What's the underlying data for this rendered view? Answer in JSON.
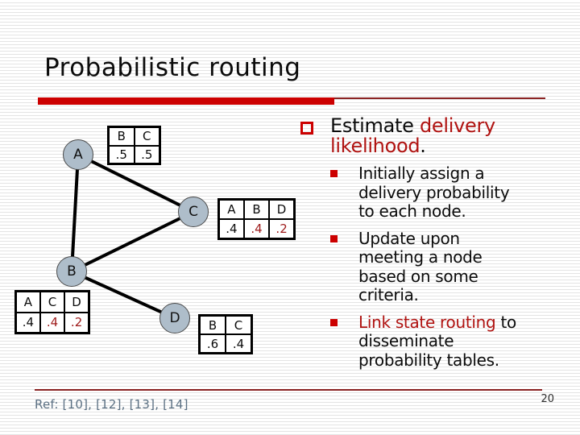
{
  "slide": {
    "title": "Probabilistic routing",
    "page_number": "20",
    "footer_ref": "Ref: [10], [12], [13], [14]"
  },
  "colors": {
    "accent_red": "#cc0000",
    "text_red": "#b01311",
    "table_red": "#9e1a1a",
    "node_fill": "#aebdca",
    "node_border": "#4a4a4a",
    "footer_text": "#5b7083",
    "rule_maroon": "#8a2222",
    "stripe": "#e4e4e4"
  },
  "diagram": {
    "nodes": [
      {
        "id": "A",
        "label": "A"
      },
      {
        "id": "B",
        "label": "B"
      },
      {
        "id": "C",
        "label": "C"
      },
      {
        "id": "D",
        "label": "D"
      }
    ],
    "edges": [
      "A-B",
      "A-C",
      "B-C",
      "B-D"
    ],
    "tables": {
      "a": {
        "owner": "A",
        "headers": [
          "B",
          "C"
        ],
        "values": [
          ".5",
          ".5"
        ]
      },
      "c": {
        "owner": "C",
        "headers": [
          "A",
          "B",
          "D"
        ],
        "values": [
          ".4",
          ".4",
          ".2"
        ]
      },
      "b": {
        "owner": "B",
        "headers": [
          "A",
          "C",
          "D"
        ],
        "values": [
          ".4",
          ".4",
          ".2"
        ]
      },
      "d": {
        "owner": "D",
        "headers": [
          "B",
          "C"
        ],
        "values": [
          ".6",
          ".4"
        ]
      }
    }
  },
  "bullets": {
    "main": {
      "segments": [
        {
          "text": "Estimate "
        },
        {
          "text": "delivery\nlikelihood"
        },
        {
          "text": "."
        }
      ]
    },
    "items": [
      {
        "segments": [
          {
            "text": "Initially assign a\ndelivery probability\nto each node."
          }
        ]
      },
      {
        "segments": [
          {
            "text": "Update upon\nmeeting a node\nbased on some\ncriteria."
          }
        ]
      },
      {
        "segments": [
          {
            "text": "Link state routing"
          },
          {
            "text": " to\ndisseminate\nprobability tables."
          }
        ]
      }
    ]
  }
}
